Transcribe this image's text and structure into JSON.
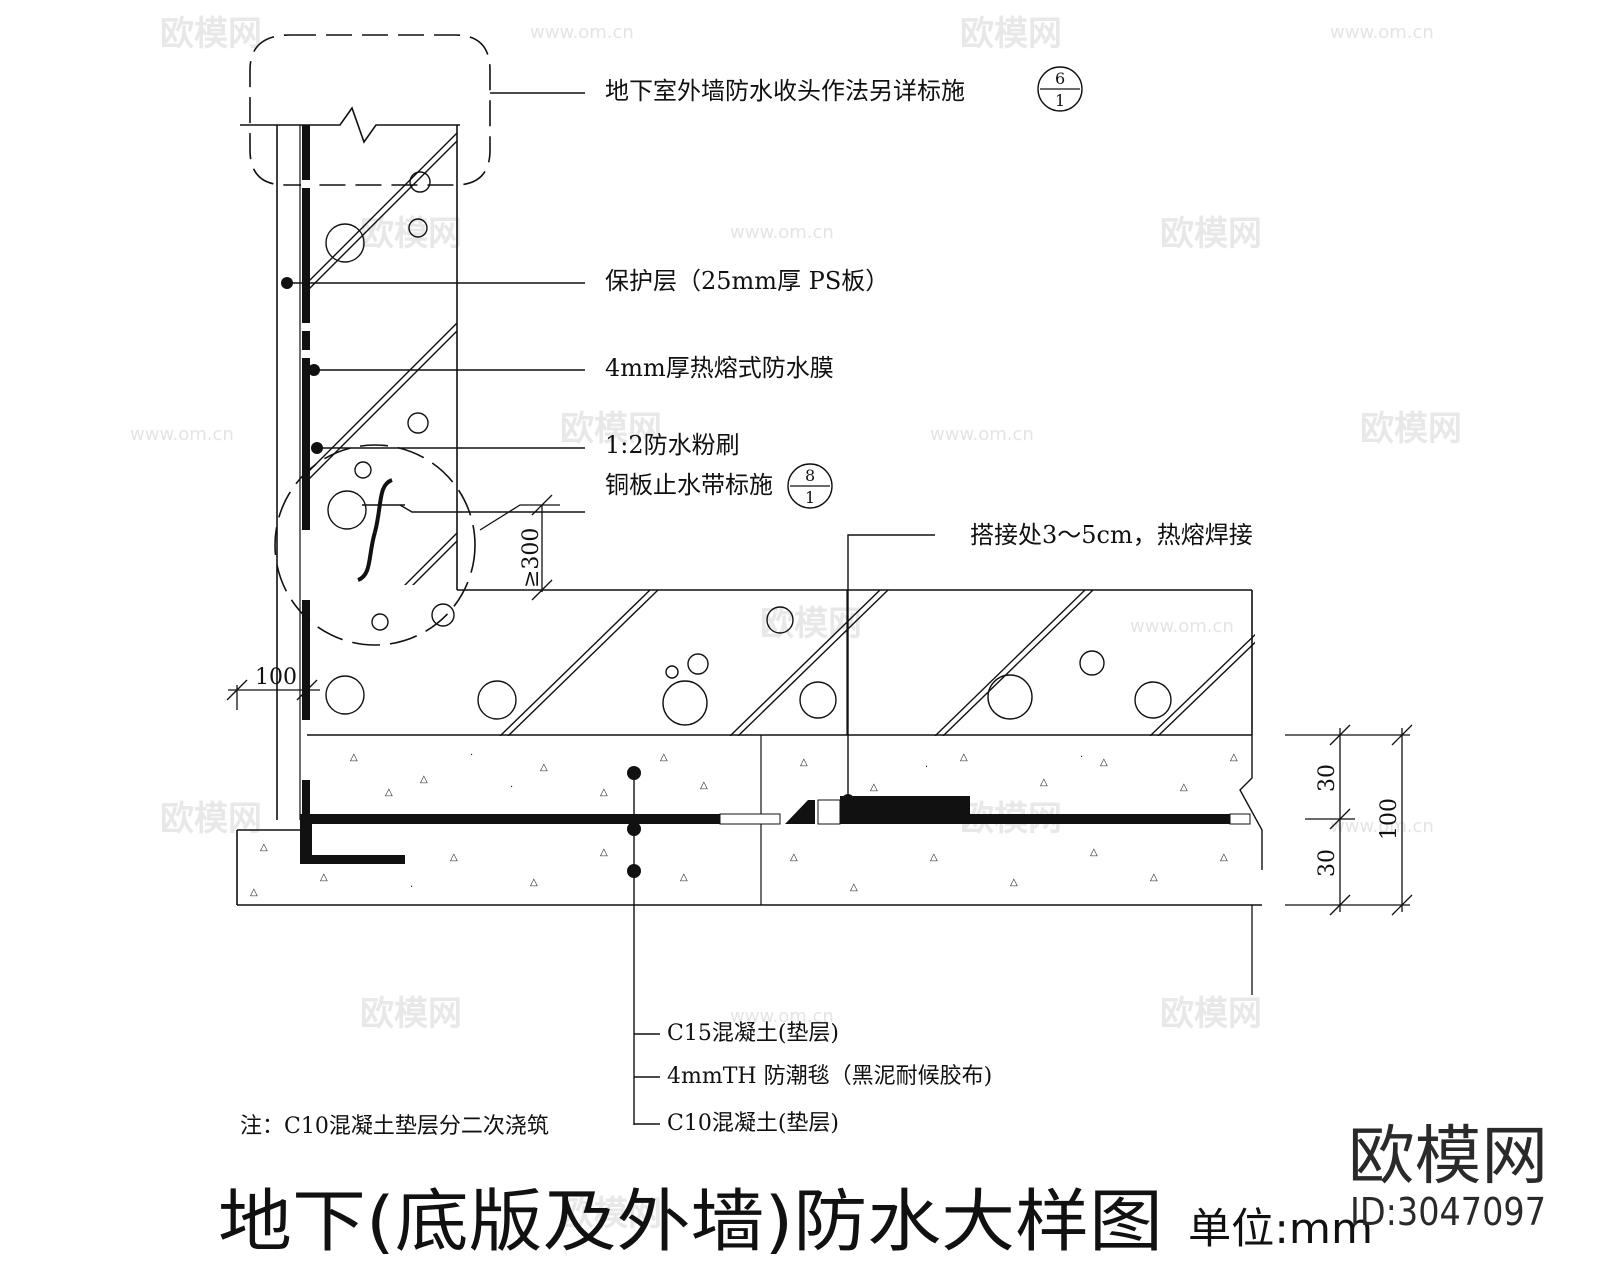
{
  "title": "地下(底版及外墙)防水大样图",
  "unit_label": "单位:mm",
  "labels": {
    "top_note": "地下室外墙防水收头作法另详标施",
    "protect": "保护层（25mm厚 PS板）",
    "membrane": "4mm厚热熔式防水膜",
    "plaster": "1:2防水粉刷",
    "waterstop": "铜板止水带标施",
    "lap": "搭接处3～5cm，热熔焊接",
    "c15": "C15混凝土(垫层)",
    "moisture": "4mmTH 防潮毯（黑泥耐候胶布)",
    "c10": "C10混凝土(垫层)",
    "note": "注：C10混凝土垫层分二次浇筑"
  },
  "refs": {
    "top": {
      "num": "6",
      "den": "1"
    },
    "waterstop": {
      "num": "8",
      "den": "1"
    }
  },
  "dims": {
    "d300": "≥300",
    "d100_left": "100",
    "d30_top": "30",
    "d30_bottom": "30",
    "d100_right": "100"
  },
  "brand": {
    "logo": "欧模网",
    "id": "ID:3047097",
    "watermark": "欧模网",
    "watermark_url": "www.om.cn"
  }
}
